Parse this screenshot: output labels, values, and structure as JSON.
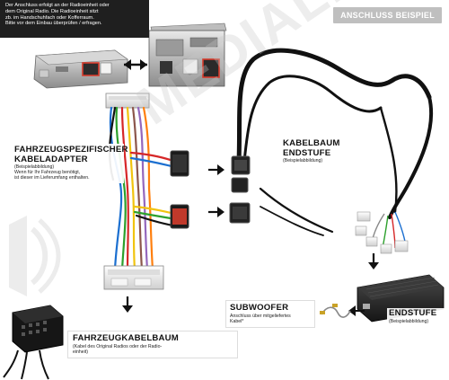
{
  "header": {
    "badge": "ANSCHLUSS BEISPIEL",
    "instruction_lines": [
      "Der Anschluss erfolgt an der Radioeinheit oder",
      "dem Original Radio. Die Radioeinheit sitzt",
      "zb. im Handschuhfach oder Kofferraum.",
      "Bitte vor dem Einbau überprüfen / erfragen."
    ]
  },
  "adapter": {
    "title_lines": [
      "FAHRZEUGSPEZIFISCHER",
      "KABELADAPTER"
    ],
    "subtitle": "(Beispielabbildung)",
    "detail_lines": [
      "Wenn für Ihr Fahrzeug benötigt,",
      "ist dieser im Lieferumfang enthalten."
    ]
  },
  "endstufe_harness": {
    "title_lines": [
      "KABELBAUM",
      "ENDSTUFE"
    ],
    "subtitle": "(Beispielabbildung)"
  },
  "endstufe": {
    "title": "ENDSTUFE",
    "subtitle": "(Beispielabbildung)"
  },
  "subwoofer": {
    "title": "SUBWOOFER",
    "detail_lines": [
      "Anschluss über mitgeliefertes",
      "Kabel*"
    ]
  },
  "vehicle_harness": {
    "title": "FAHRZEUGKABELBAUM",
    "detail_lines": [
      "(Kabel des Original Radios oder der Radio-",
      "einheit)"
    ]
  },
  "watermark": "MEDIALBOX",
  "colors": {
    "dark_band": "#1f1f1f",
    "badge_bg": "#bfbfbf",
    "accent_red": "#d63a2a",
    "wire_black": "#111111",
    "arrow": "#111111"
  }
}
